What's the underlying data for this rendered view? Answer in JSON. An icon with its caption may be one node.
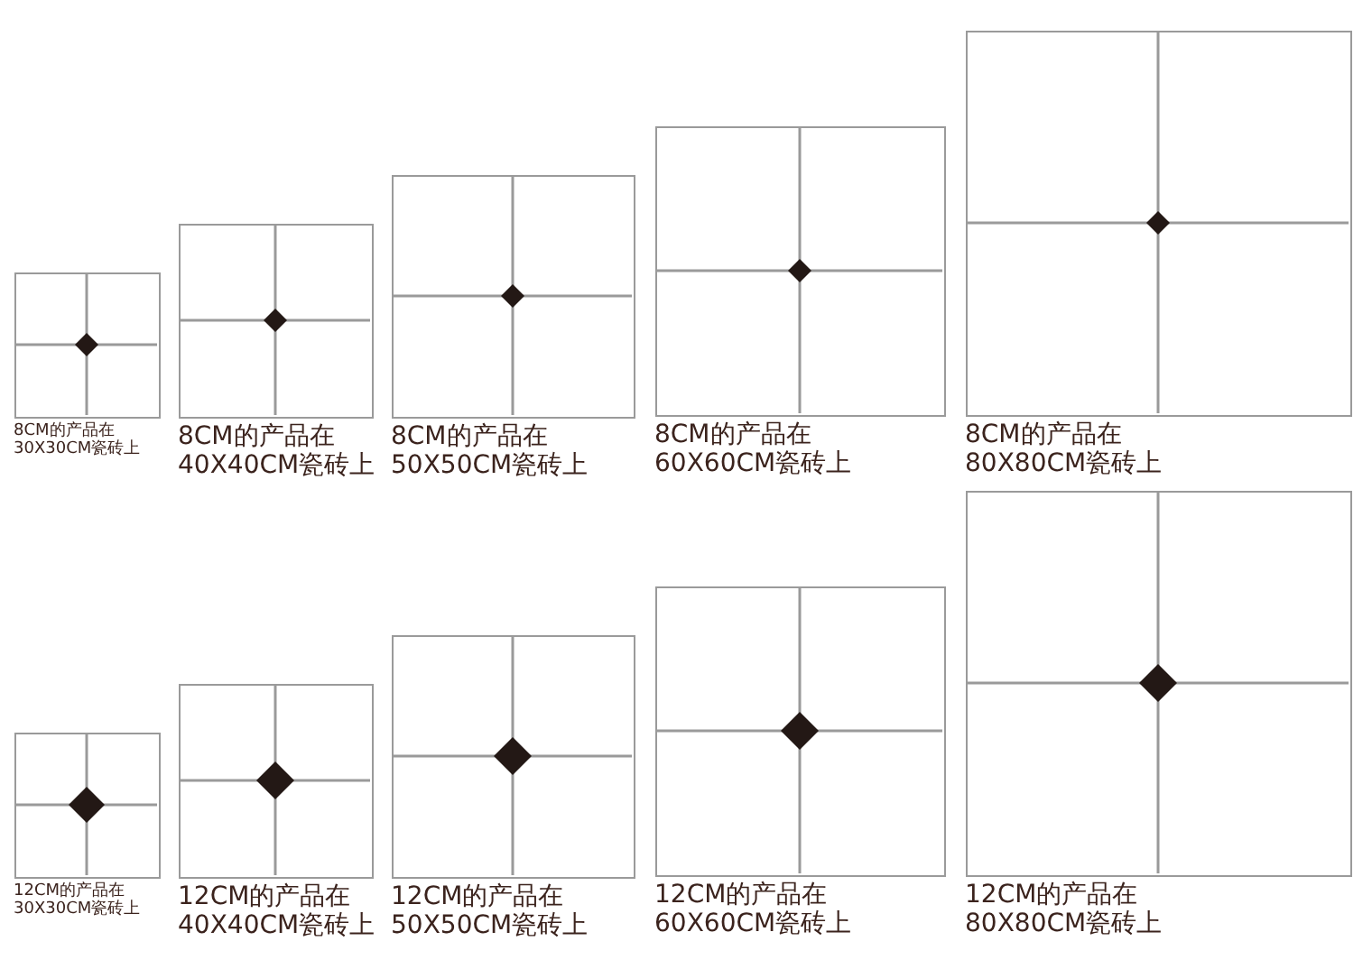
{
  "diagram": {
    "nodes": [
      {
        "text": [],
        "shape": "box",
        "beside": [
          "8CM的产品在30X30CM瓷砖上"
        ]
      },
      {
        "text": [],
        "shape": "box",
        "beside": [
          "8CM的产品在40X40CM瓷砖上"
        ]
      },
      {
        "text": [],
        "shape": "box",
        "beside": [
          "8CM的产品在50X50CM瓷砖上"
        ]
      },
      {
        "text": [],
        "shape": "box",
        "beside": [
          "8CM的产品在60X60CM瓷砖上"
        ]
      },
      {
        "text": [],
        "shape": "box",
        "beside": [
          "8CM的产品在80X80CM瓷砖上"
        ]
      },
      {
        "text": [],
        "shape": "box",
        "beside": [
          "12CM的产品在30X30CM瓷砖上"
        ]
      },
      {
        "text": [],
        "shape": "box",
        "beside": [
          "12CM的产品在40X40CM瓷砖上"
        ]
      },
      {
        "text": [],
        "shape": "box",
        "beside": [
          "12CM的产品在50X50CM瓷砖上"
        ]
      },
      {
        "text": [],
        "shape": "box",
        "beside": [
          "12CM的产品在60X60CM瓷砖上"
        ]
      },
      {
        "text": [],
        "shape": "box",
        "beside": [
          "12CM的产品在80X80CM瓷砖上"
        ]
      }
    ]
  }
}
